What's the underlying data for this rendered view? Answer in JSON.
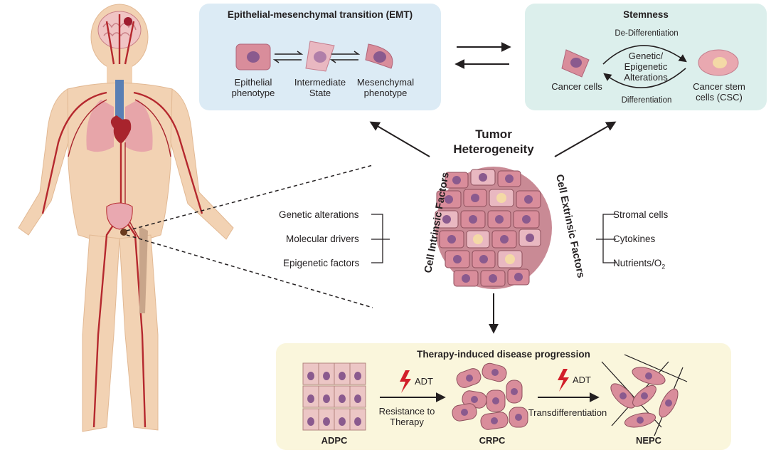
{
  "emt": {
    "title": "Epithelial-mesenchymal transition (EMT)",
    "epithelial_line1": "Epithelial",
    "epithelial_line2": "phenotype",
    "intermediate_line1": "Intermediate",
    "intermediate_line2": "State",
    "mesenchymal_line1": "Mesenchymal",
    "mesenchymal_line2": "phenotype"
  },
  "stemness": {
    "title": "Stemness",
    "dedifferentiation": "De-Differentiation",
    "alterations_line1": "Genetic/",
    "alterations_line2": "Epigenetic",
    "alterations_line3": "Alterations",
    "differentiation": "Differentiation",
    "cancer_cells": "Cancer cells",
    "csc_line1": "Cancer stem",
    "csc_line2": "cells (CSC)"
  },
  "center": {
    "title_line1": "Tumor",
    "title_line2": "Heterogeneity",
    "intrinsic_label": "Cell Intrinsic Factors",
    "extrinsic_label": "Cell Extrinsic Factors"
  },
  "intrinsic_factors": [
    "Genetic alterations",
    "Molecular drivers",
    "Epigenetic factors"
  ],
  "extrinsic_factors": {
    "stromal": "Stromal cells",
    "cytokines": "Cytokines",
    "nutrients_prefix": "Nutrients/O",
    "nutrients_sub": "2"
  },
  "therapy": {
    "title": "Therapy-induced disease progression",
    "adt_1": "ADT",
    "adt_2": "ADT",
    "resistance_line1": "Resistance to",
    "resistance_line2": "Therapy",
    "transdifferentiation": "Transdifferentiation",
    "adpc": "ADPC",
    "crpc": "CRPC",
    "nepc": "NEPC"
  },
  "colors": {
    "cell_fill": "#d98d9b",
    "nucleus": "#8a5a8e",
    "stem_nucleus": "#f4d9a6",
    "emt_panel": "#dcebf5",
    "stem_panel": "#dcefec",
    "therapy_panel": "#faf6dc",
    "skin": "#f2d2b3",
    "artery": "#b5282e",
    "vein": "#4b6fa6"
  }
}
